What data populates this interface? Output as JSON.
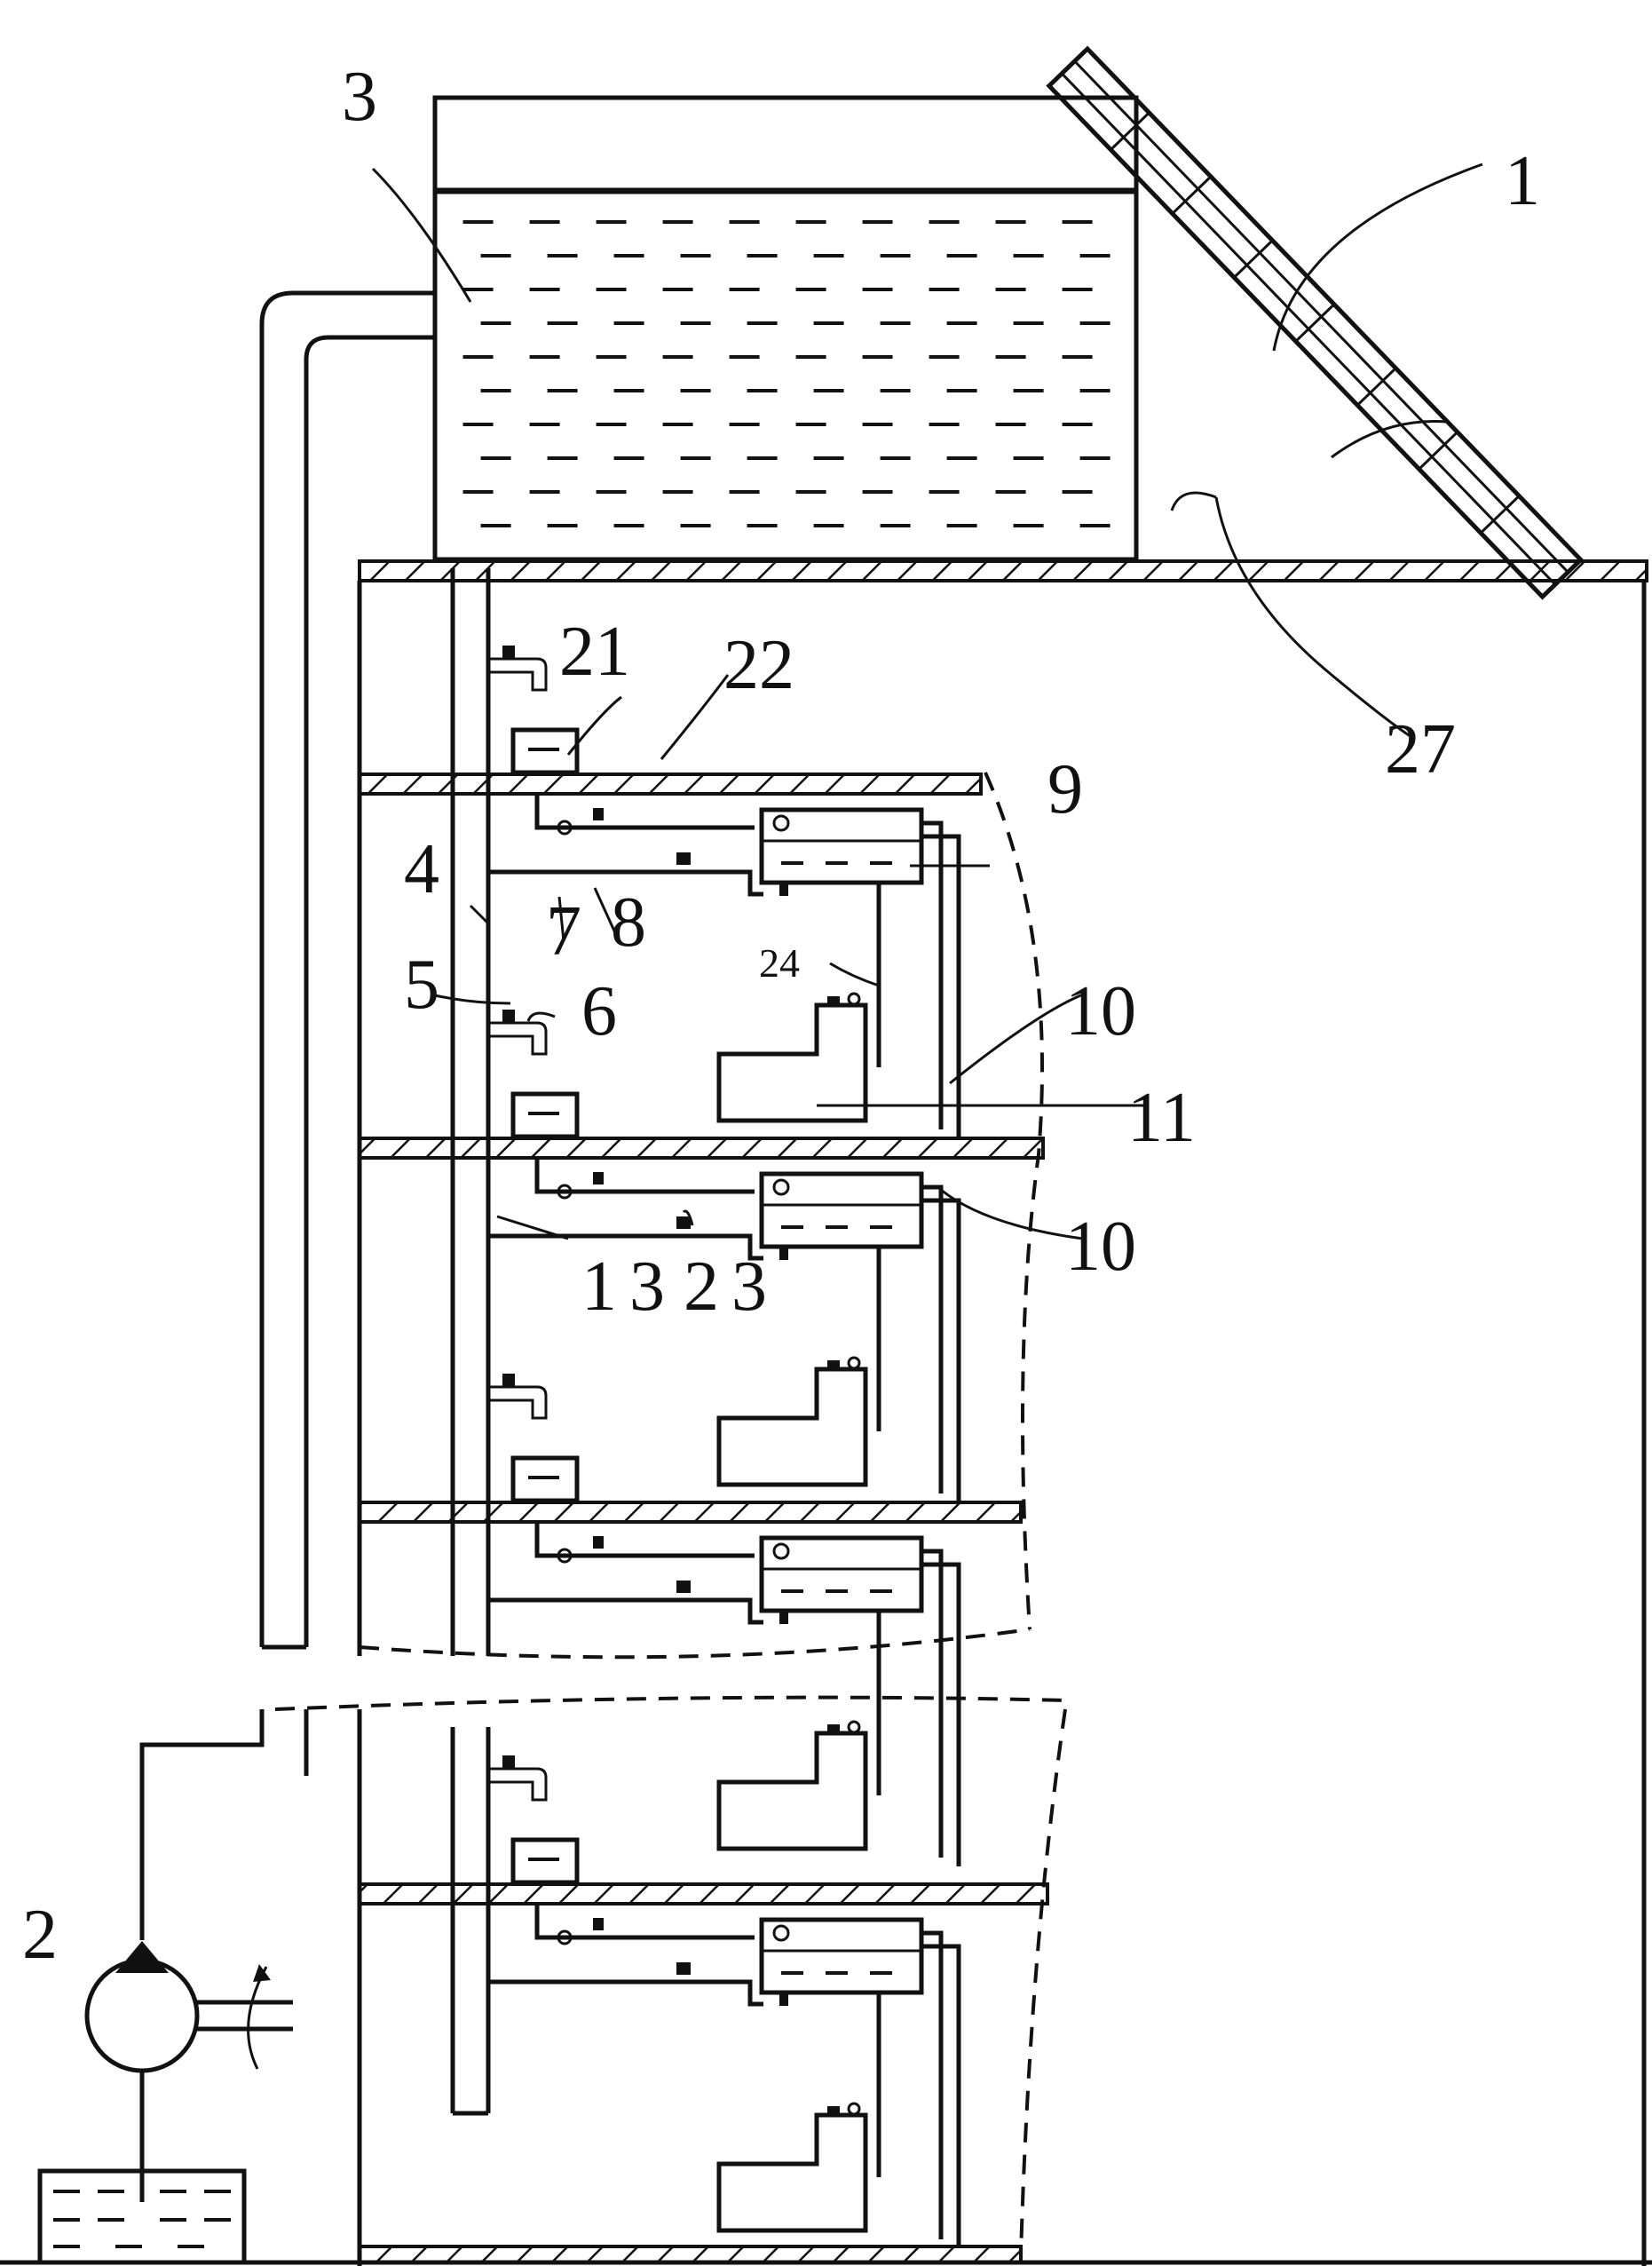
{
  "diagram": {
    "labels": {
      "solar_panel": "1",
      "pump": "2",
      "top_tank": "3",
      "riser_pipe": "4",
      "item_5": "5",
      "item_6": "6",
      "item_7": "7",
      "item_8": "8",
      "floor_tank": "9",
      "return_pipe_a": "10",
      "return_pipe_b": "10",
      "toilet": "11",
      "branch_pipe": "13",
      "item_21": "21",
      "item_22": "22",
      "item_23": "23",
      "item_24": "24",
      "item_27": "27"
    }
  }
}
